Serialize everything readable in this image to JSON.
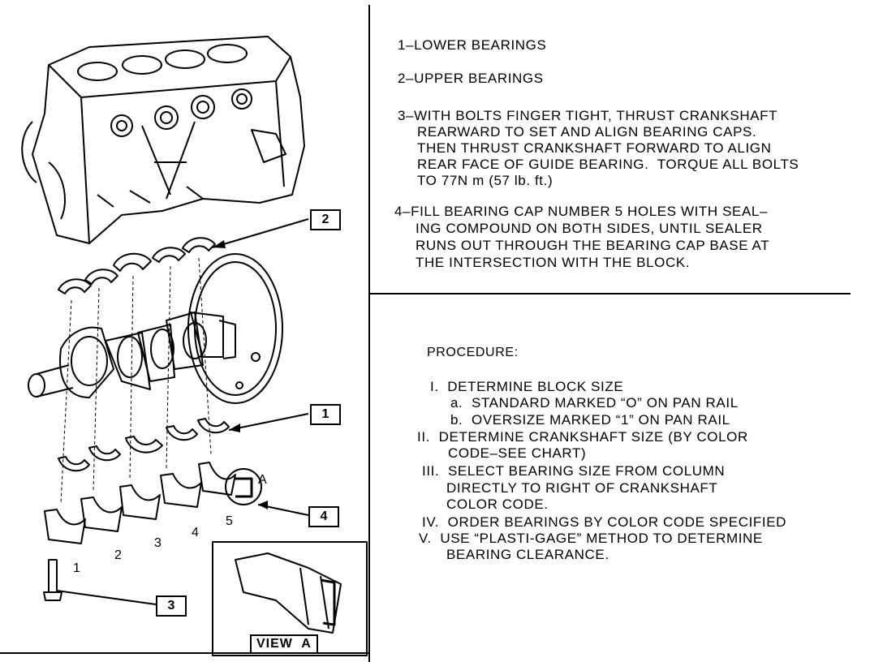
{
  "legend": {
    "item1": "1–LOWER BEARINGS",
    "item2": "2–UPPER BEARINGS",
    "item3": [
      "3–WITH BOLTS FINGER TIGHT, THRUST CRANKSHAFT",
      "REARWARD TO SET AND ALIGN BEARING CAPS.",
      "THEN THRUST CRANKSHAFT FORWARD TO ALIGN",
      "REAR FACE OF GUIDE BEARING.  TORQUE ALL BOLTS",
      "TO 77N m (57 lb. ft.)"
    ],
    "item4": [
      "4–FILL BEARING CAP NUMBER 5 HOLES WITH SEAL–",
      "ING COMPOUND ON BOTH SIDES, UNTIL SEALER",
      "RUNS OUT THROUGH THE BEARING CAP BASE AT",
      "THE INTERSECTION WITH THE BLOCK."
    ]
  },
  "procedure": {
    "heading": "PROCEDURE:",
    "steps": [
      "I.  DETERMINE BLOCK SIZE",
      "a.  STANDARD MARKED “O” ON PAN RAIL",
      "b.  OVERSIZE MARKED “1” ON PAN RAIL",
      "II.  DETERMINE CRANKSHAFT SIZE (BY COLOR",
      "CODE–SEE CHART)",
      "III.  SELECT BEARING SIZE FROM COLUMN",
      "DIRECTLY TO RIGHT OF CRANKSHAFT",
      "COLOR CODE.",
      "IV.  ORDER BEARINGS BY COLOR CODE SPECIFIED",
      "V.  USE “PLASTI-GAGE” METHOD TO DETERMINE",
      "BEARING CLEARANCE."
    ]
  },
  "diagram": {
    "callouts": [
      "2",
      "1",
      "4",
      "3"
    ],
    "cap_numbers": [
      "1",
      "2",
      "3",
      "4",
      "5"
    ],
    "detail_letter": "A",
    "view_label": "VIEW  A"
  }
}
